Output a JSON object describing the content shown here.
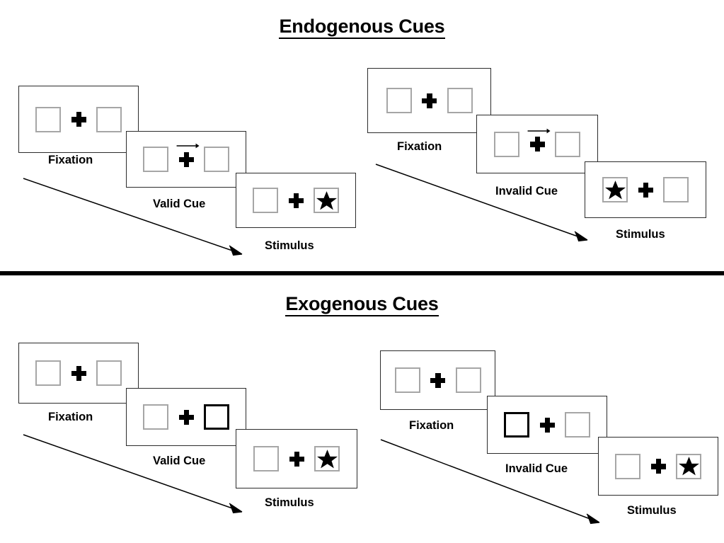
{
  "figure": {
    "title_top": "Endogenous Cues",
    "title_bottom": "Exogenous Cues",
    "divider_color": "#000000"
  },
  "colors": {
    "panel_border": "#2b2b2b",
    "placeholder_border": "#a6a6a6",
    "cue_border": "#000000",
    "ink": "#000000",
    "background": "#ffffff"
  },
  "labels": {
    "fixation": "Fixation",
    "valid_cue": "Valid Cue",
    "invalid_cue": "Invalid Cue",
    "stimulus": "Stimulus"
  },
  "sections": [
    {
      "id": "endogenous",
      "title": "Endogenous Cues",
      "cue_type": "arrow",
      "sequences": [
        {
          "id": "endogenous-valid",
          "condition": "Valid",
          "frames": [
            {
              "label": "Fixation",
              "cue": "none",
              "arrow_direction": "",
              "stimulus_side": "none"
            },
            {
              "label": "Valid Cue",
              "cue": "arrow-right",
              "arrow_direction": "right",
              "stimulus_side": "none"
            },
            {
              "label": "Stimulus",
              "cue": "none",
              "arrow_direction": "",
              "stimulus_side": "right"
            }
          ]
        },
        {
          "id": "endogenous-invalid",
          "condition": "Invalid",
          "frames": [
            {
              "label": "Fixation",
              "cue": "none",
              "arrow_direction": "",
              "stimulus_side": "none"
            },
            {
              "label": "Invalid Cue",
              "cue": "arrow-right",
              "arrow_direction": "right",
              "stimulus_side": "none"
            },
            {
              "label": "Stimulus",
              "cue": "none",
              "arrow_direction": "",
              "stimulus_side": "left"
            }
          ]
        }
      ]
    },
    {
      "id": "exogenous",
      "title": "Exogenous Cues",
      "cue_type": "box-flash",
      "sequences": [
        {
          "id": "exogenous-valid",
          "condition": "Valid",
          "frames": [
            {
              "label": "Fixation",
              "cue": "none",
              "cued_side": "none",
              "stimulus_side": "none"
            },
            {
              "label": "Valid Cue",
              "cue": "bold-box",
              "cued_side": "right",
              "stimulus_side": "none"
            },
            {
              "label": "Stimulus",
              "cue": "none",
              "cued_side": "none",
              "stimulus_side": "right"
            }
          ]
        },
        {
          "id": "exogenous-invalid",
          "condition": "Invalid",
          "frames": [
            {
              "label": "Fixation",
              "cue": "none",
              "cued_side": "none",
              "stimulus_side": "none"
            },
            {
              "label": "Invalid Cue",
              "cue": "bold-box",
              "cued_side": "left",
              "stimulus_side": "none"
            },
            {
              "label": "Stimulus",
              "cue": "none",
              "cued_side": "none",
              "stimulus_side": "right"
            }
          ]
        }
      ]
    }
  ]
}
